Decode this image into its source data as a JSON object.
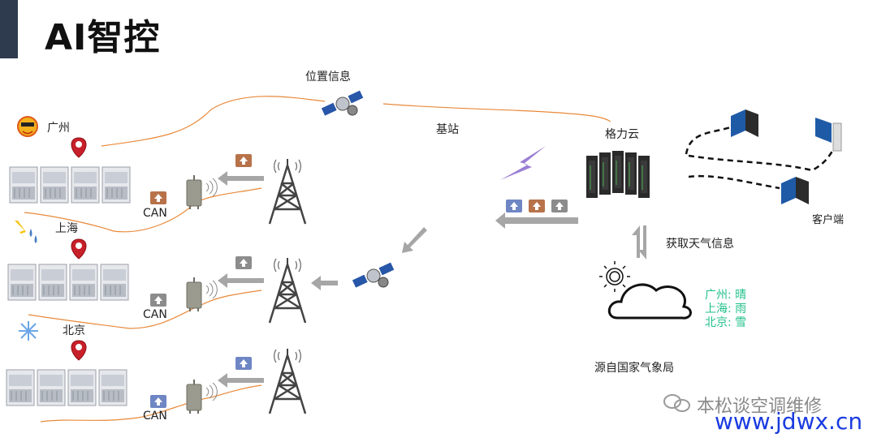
{
  "title": "AI智控",
  "labels": {
    "location_info": "位置信息",
    "base_station": "基站",
    "gree_cloud": "格力云",
    "client": "客户端",
    "get_weather": "获取天气信息",
    "source": "源自国家气象局"
  },
  "cities": [
    {
      "name": "广州",
      "weather_icon": "sun-icon"
    },
    {
      "name": "上海",
      "weather_icon": "rain-icon"
    },
    {
      "name": "北京",
      "weather_icon": "snow-icon"
    }
  ],
  "can_label": "CAN",
  "weather_report": [
    "广州: 晴",
    "上海: 雨",
    "北京: 雪"
  ],
  "colors": {
    "up_brown": "#b8724a",
    "up_gray": "#8c8c8c",
    "up_blue": "#6f86c4",
    "weather_text": "#20c08a",
    "link_line": "#e8893a"
  },
  "watermark": {
    "line1": "本松谈空调维修",
    "line2": "www.jdwx.cn"
  }
}
